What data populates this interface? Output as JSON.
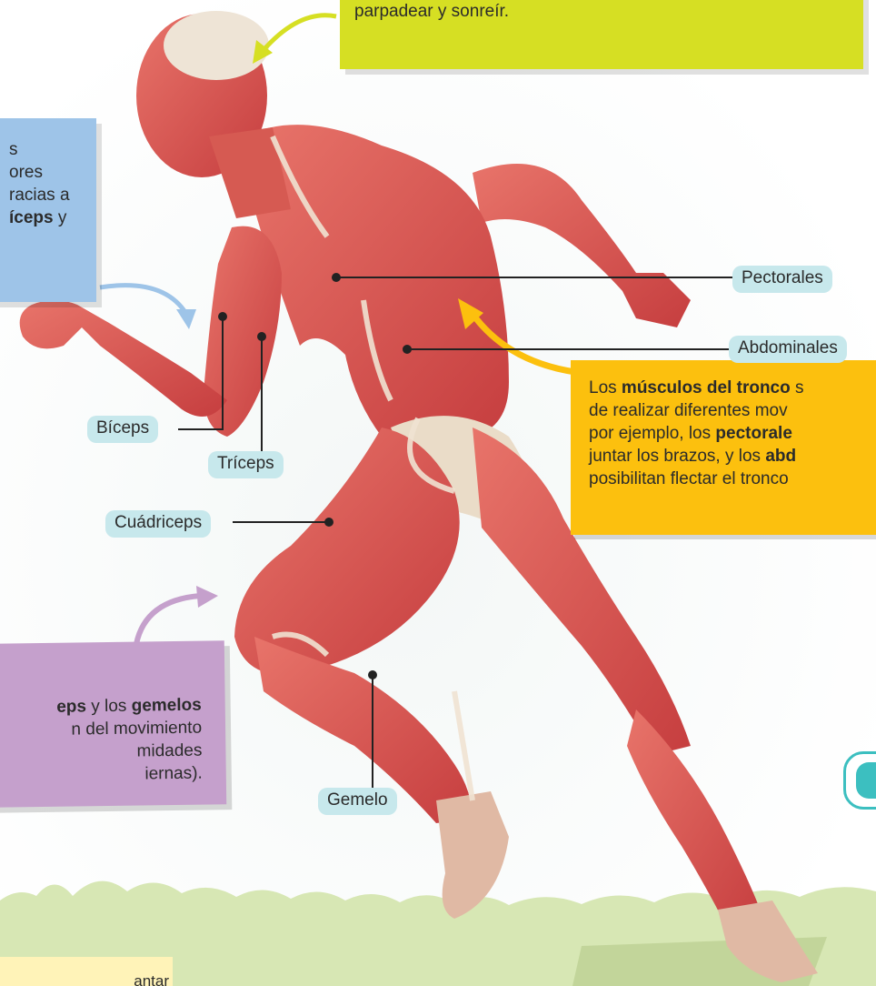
{
  "boxes": {
    "head": {
      "line1": "parpadear y sonreír."
    },
    "arm": {
      "line1": "s",
      "line2": "ores",
      "line3": "racias a",
      "line4_bold": "íceps",
      "line4_rest": " y"
    },
    "trunk": {
      "l1_pre": "Los ",
      "l1_bold": "músculos del tronco",
      "l1_post": " s",
      "l2": "de realizar diferentes mov",
      "l3_pre": "por ejemplo, los ",
      "l3_bold": "pectorale",
      "l4_pre": "juntar los brazos, y los ",
      "l4_bold": "abd",
      "l5": "posibilitan flectar el tronco"
    },
    "legs": {
      "l1_bold1": "eps",
      "l1_mid": " y los ",
      "l1_bold2": "gemelos",
      "l2": "n del movimiento",
      "l3": "midades",
      "l4": "iernas)."
    },
    "note": {
      "text": "antar"
    }
  },
  "labels": {
    "pectorales": "Pectorales",
    "abdominales": "Abdominales",
    "biceps": "Bíceps",
    "triceps": "Tríceps",
    "cuadriceps": "Cuádriceps",
    "gemelo": "Gemelo"
  },
  "colors": {
    "yellow_green": "#d6df23",
    "blue": "#9ec4e8",
    "orange": "#fcc00e",
    "purple": "#c5a0cc",
    "label_bg": "#c7e8ec",
    "muscle": "#d9514e",
    "tendon": "#efe2d2",
    "grass": "#d7e7b4"
  }
}
